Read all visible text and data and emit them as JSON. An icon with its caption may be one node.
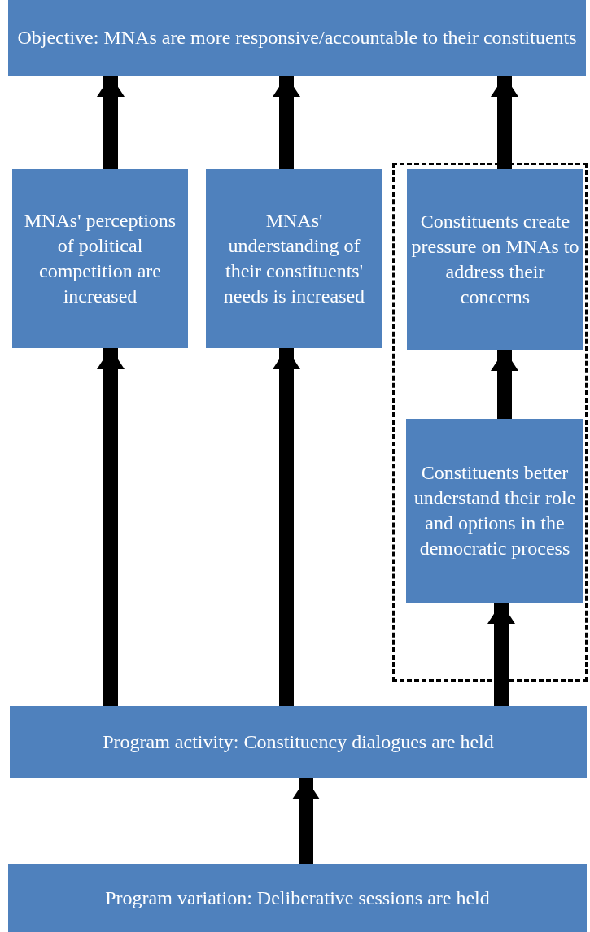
{
  "diagram": {
    "nodes": [
      {
        "text": [
          "Objective: MNAs are more responsive/accountable to their constituents"
        ]
      },
      {
        "text": [
          "MNAs' perceptions of political competition are increased"
        ]
      },
      {
        "text": [
          "MNAs' understanding of their constituents' needs is increased"
        ]
      },
      {
        "text": [],
        "shape": "box"
      },
      {
        "text": [
          "Constituents create pressure on MNAs to address their concerns"
        ],
        "in": 3
      },
      {
        "text": [
          "Constituents better understand their role and options in the democratic process"
        ],
        "in": 3
      },
      {
        "text": [
          "Program activity: Constituency dialogues are held"
        ]
      },
      {
        "text": [
          "Program variation: Deliberative sessions are held"
        ]
      }
    ],
    "edges": [
      {
        "from": 1,
        "to": 0,
        "arrow": "to"
      },
      {
        "from": 2,
        "to": 0,
        "arrow": "to"
      },
      {
        "from": 4,
        "to": 0,
        "arrow": "to"
      },
      {
        "from": 6,
        "to": 1,
        "arrow": "to"
      },
      {
        "from": 6,
        "to": 2,
        "arrow": "to"
      },
      {
        "from": 5,
        "to": 4,
        "arrow": "to"
      },
      {
        "from": 6,
        "to": 5,
        "arrow": "to"
      },
      {
        "from": 7,
        "to": 6,
        "arrow": "to"
      }
    ]
  }
}
